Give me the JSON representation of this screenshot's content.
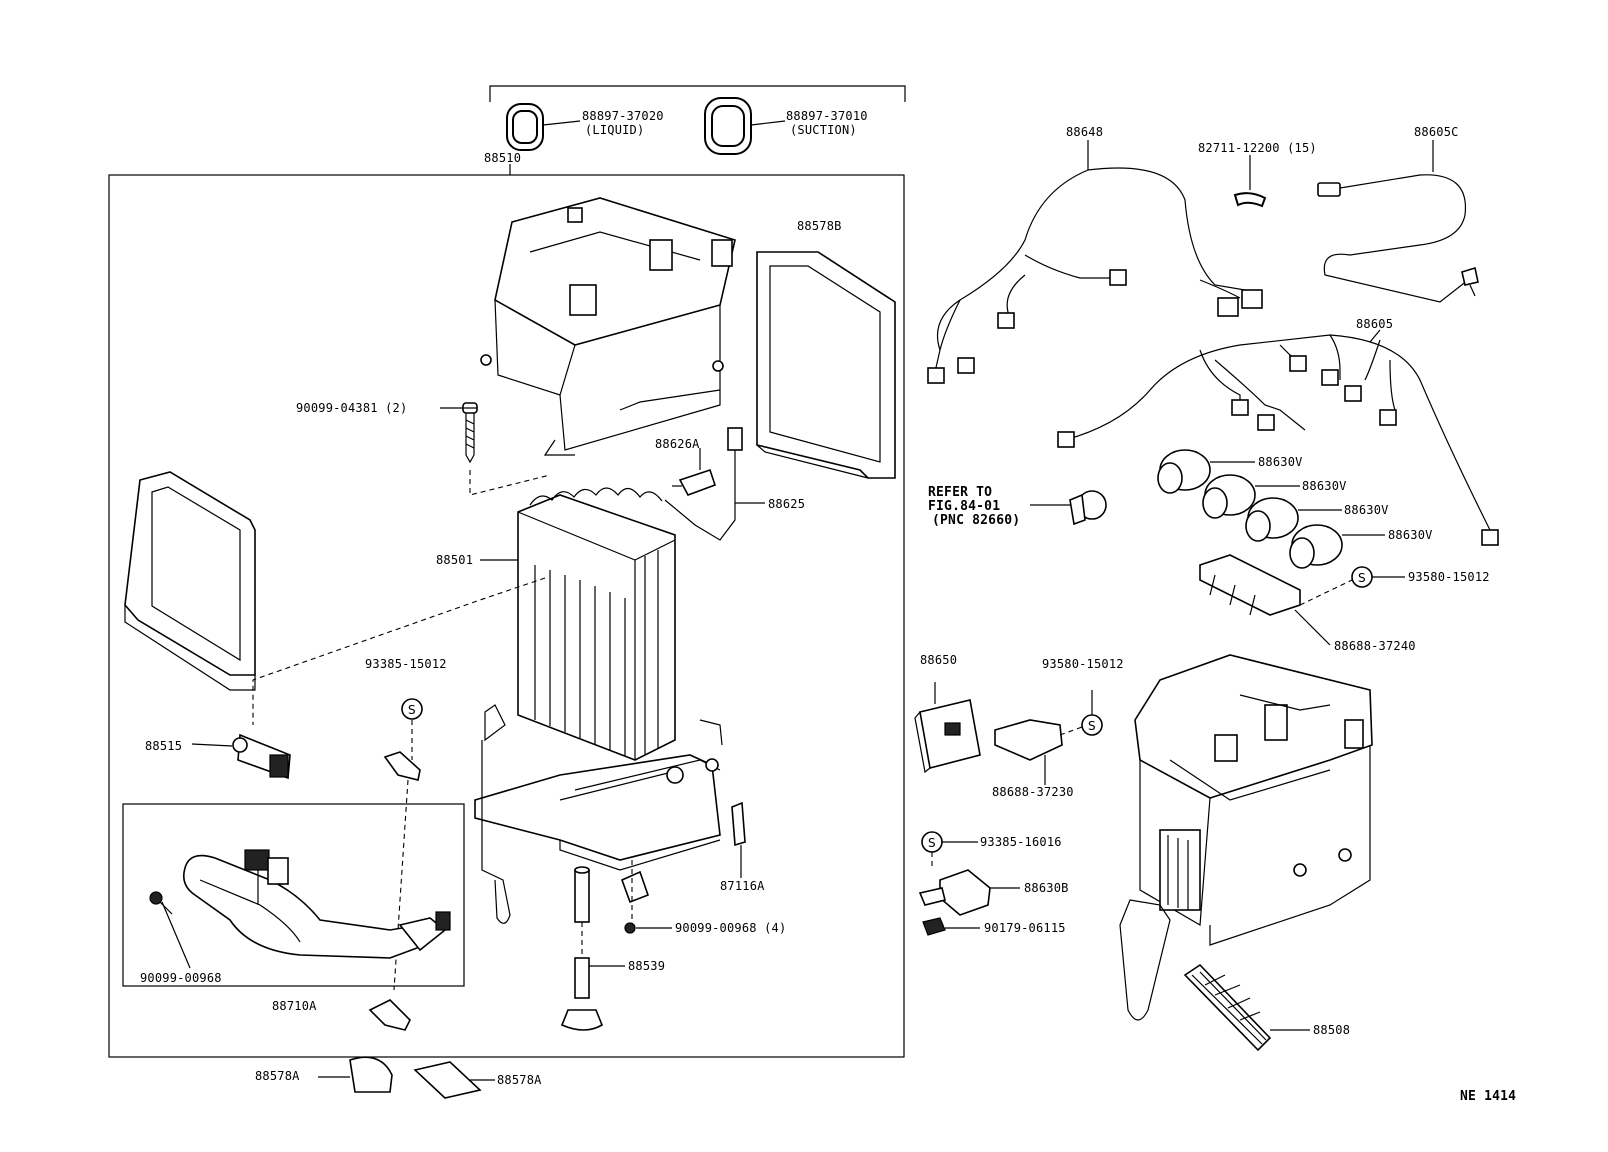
{
  "diagram_code": "NE 1414",
  "labels": {
    "seal_liquid": "88897-37020",
    "seal_liquid_note": "(LIQUID)",
    "seal_suction": "88897-37010",
    "seal_suction_note": "(SUCTION)",
    "unit_assy": "88510",
    "wire_88648": "88648",
    "clamp": "82711-12200 (15)",
    "wire_88605c": "88605C",
    "wire_88605": "88605",
    "packing_88578b": "88578B",
    "bolt": "90099-04381 (2)",
    "sensor_88626a": "88626A",
    "thermistor_88625": "88625",
    "refer_1": "REFER TO",
    "refer_2": "FIG.84-01",
    "refer_3": "(PNC 82660)",
    "servo_1": "88630V",
    "servo_2": "88630V",
    "servo_3": "88630V",
    "servo_4": "88630V",
    "screw_93580_a": "93580-15012",
    "bracket_88688_37240": "88688-37240",
    "evaporator": "88501",
    "screw_93385_15012": "93385-15012",
    "amp_88650": "88650",
    "screw_93580_b": "93580-15012",
    "bracket_88688_37230": "88688-37230",
    "valve_88515": "88515",
    "screw_93385_16016": "93385-16016",
    "relay_88630b": "88630B",
    "clip_87116a": "87116A",
    "nut_90179": "90179-06115",
    "screw_90099_00968_4": "90099-00968 (4)",
    "drain_88539": "88539",
    "screw_90099_00968": "90099-00968",
    "tube_88710a": "88710A",
    "filter_88508": "88508",
    "packing_88578a_1": "88578A",
    "packing_88578a_2": "88578A"
  }
}
